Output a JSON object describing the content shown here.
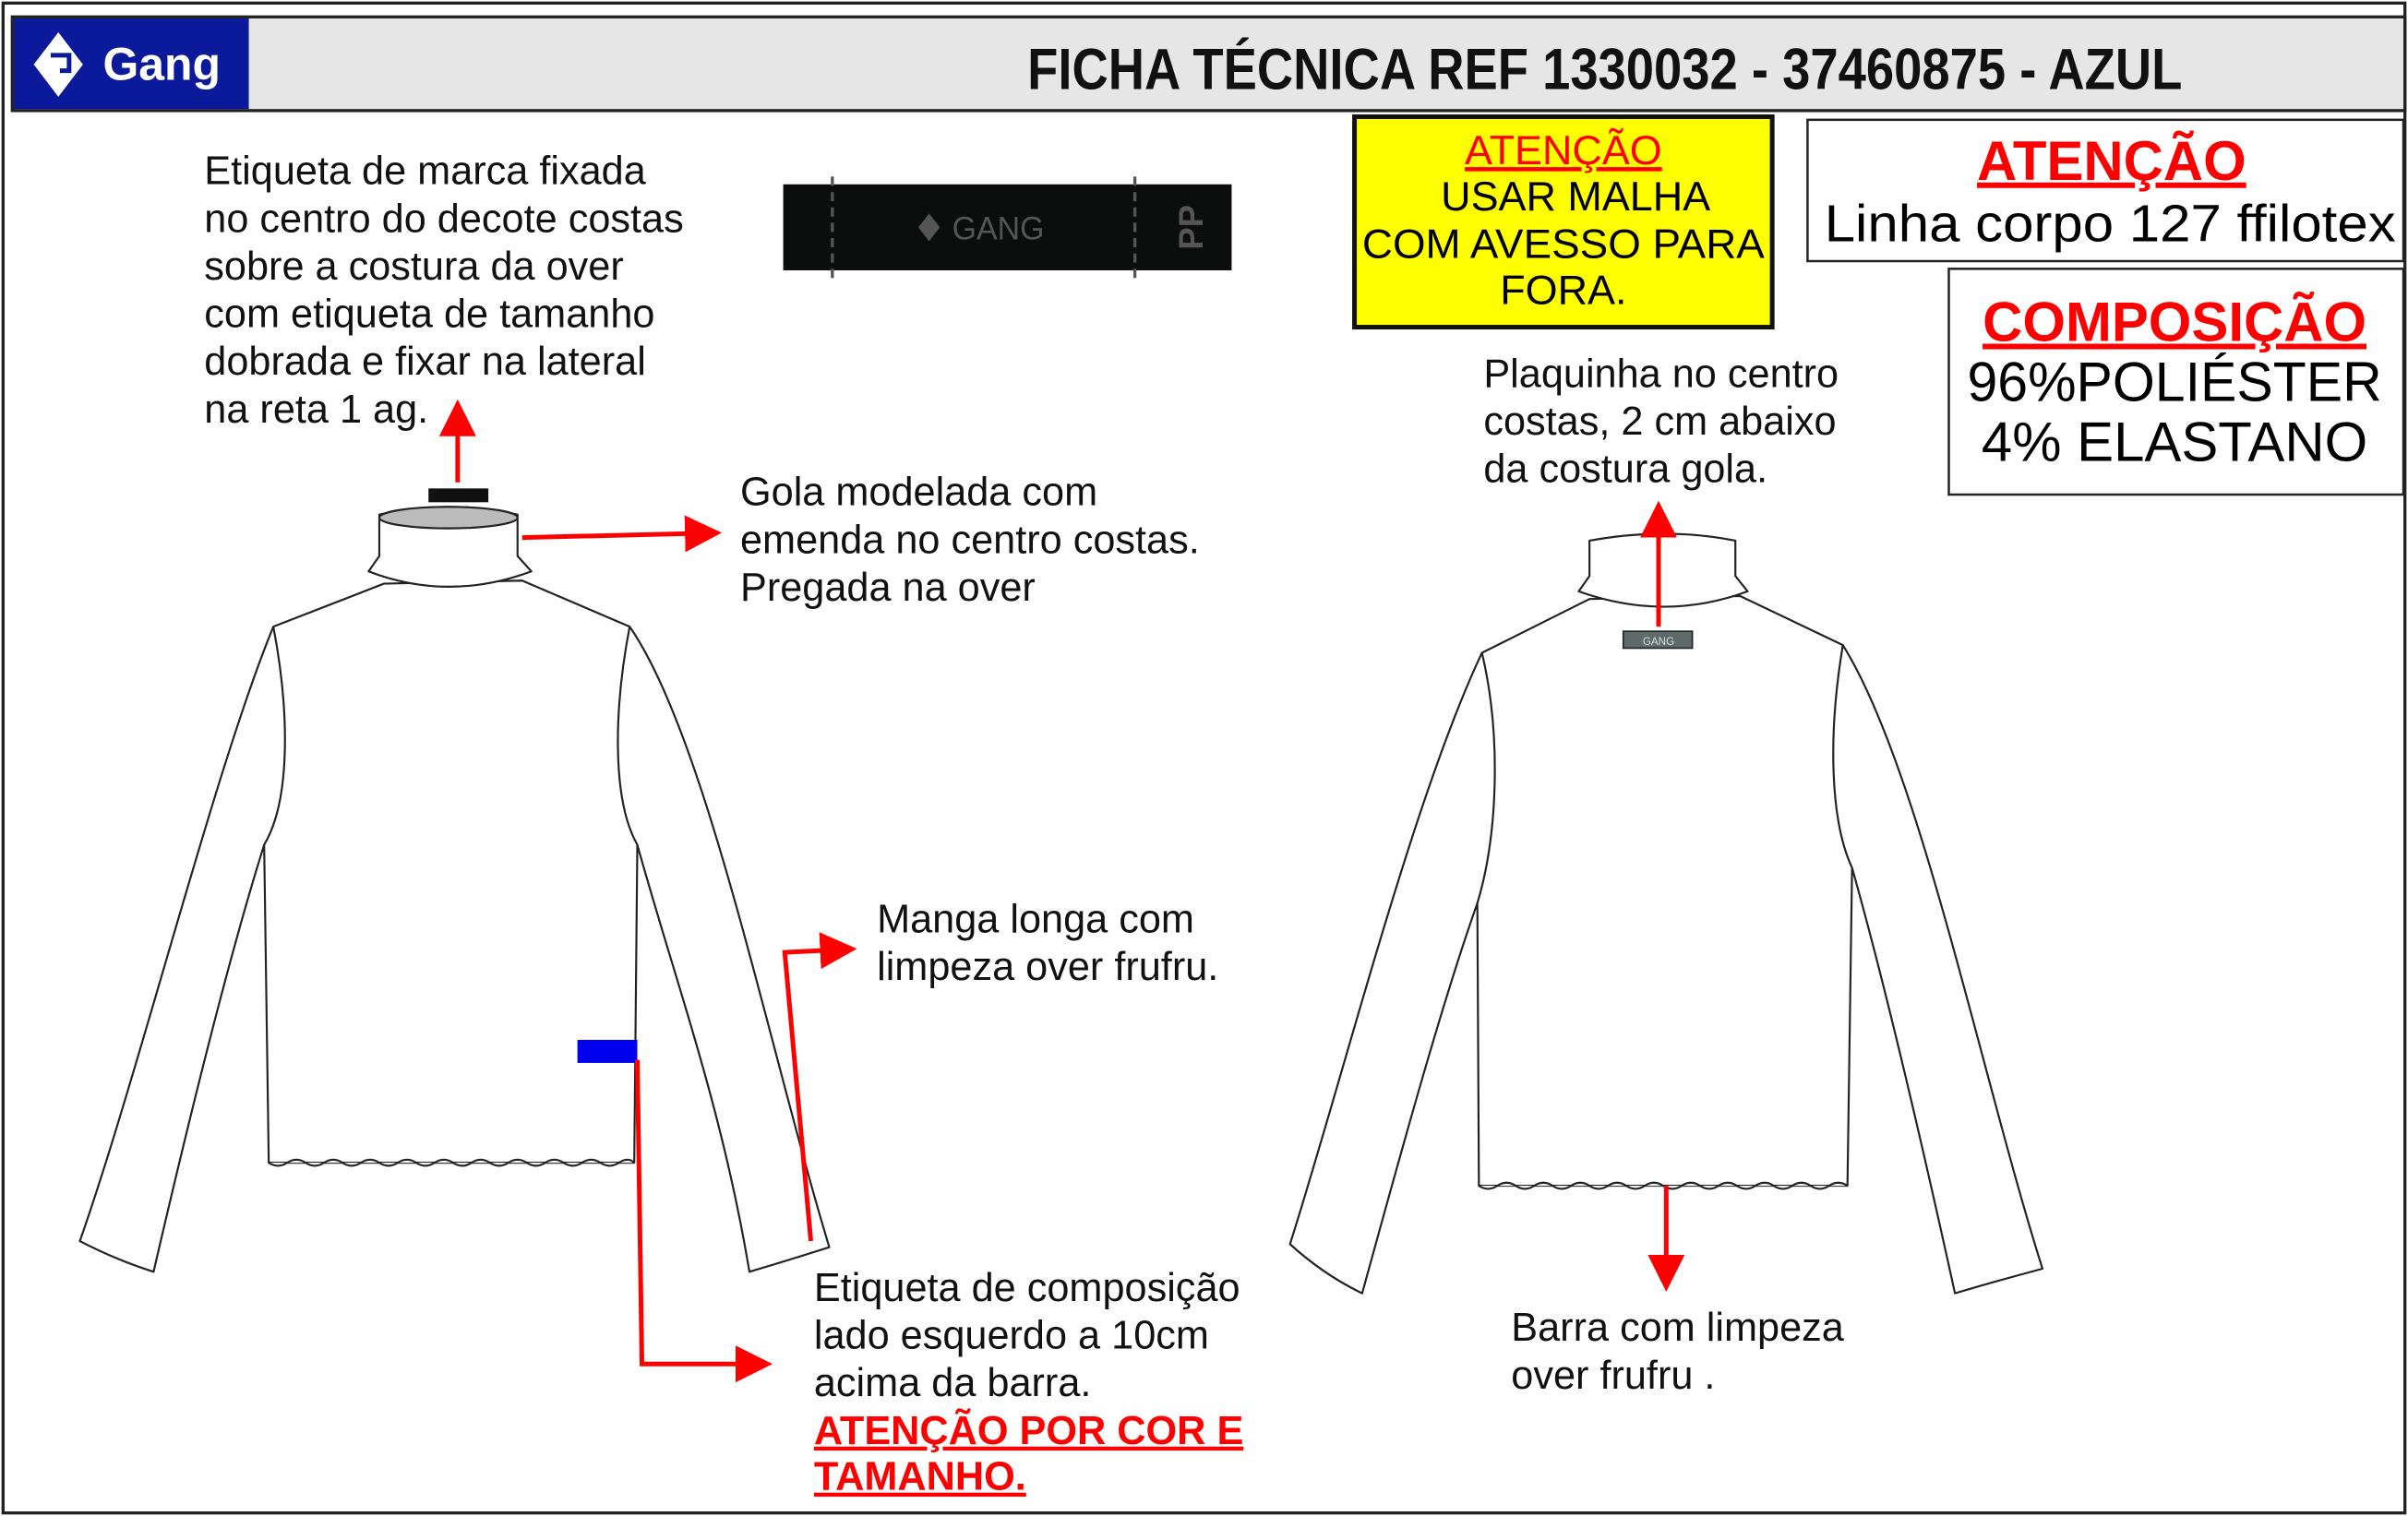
{
  "header": {
    "brand": "Gang",
    "title": "FICHA TÉCNICA REF 1330032 - 37460875 - AZUL",
    "brand_color": "#0a1a9a"
  },
  "label_image": {
    "brand": "GANG",
    "size": "PP"
  },
  "plaque_image": {
    "brand": "GANG"
  },
  "notice_fabric": {
    "heading": "ATENÇÃO",
    "lines": [
      "USAR MALHA",
      "COM AVESSO PARA",
      "FORA."
    ],
    "bg_color": "#ffff00"
  },
  "notice_thread": {
    "heading": "ATENÇÃO",
    "text": "Linha corpo 127 ffilotex"
  },
  "composition": {
    "heading": "COMPOSIÇÃO",
    "lines": [
      "96%POLIÉSTER",
      "4% ELASTANO"
    ]
  },
  "annotations": {
    "brand_label": [
      "Etiqueta de marca fixada",
      "no centro do decote costas",
      "sobre a costura da over",
      "com etiqueta de tamanho",
      "dobrada e fixar na lateral",
      "na reta 1 ag."
    ],
    "collar": [
      "Gola modelada com",
      "emenda no centro costas.",
      "Pregada na over"
    ],
    "sleeve": [
      "Manga longa com",
      "limpeza over frufru."
    ],
    "composition_label": [
      "Etiqueta de composição",
      "lado esquerdo a 10cm",
      "acima da barra."
    ],
    "composition_warning": [
      "ATENÇÃO POR COR E",
      "TAMANHO."
    ],
    "plaque": [
      "Plaquinha no centro",
      "costas, 2 cm abaixo",
      "da costura gola."
    ],
    "hem": [
      "Barra com limpeza",
      "over frufru ."
    ]
  },
  "colors": {
    "accent_red": "#ff0000",
    "composition_tag": "#0000ee"
  }
}
